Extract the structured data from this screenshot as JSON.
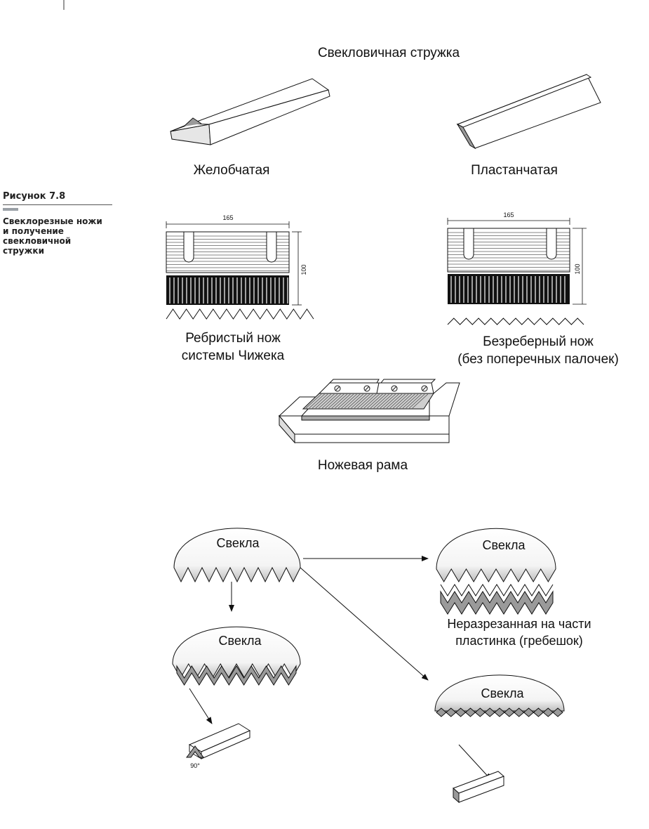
{
  "figure": {
    "number_label": "Рисунок 7.8",
    "caption": "Свеклорезные ножи и получение свекловичной стружки"
  },
  "labels": {
    "title": "Свекловичная стружка",
    "groove_chip": "Желобчатая",
    "plate_chip": "Пластанчатая",
    "ribbed_knife_line1": "Ребристый нож",
    "ribbed_knife_line2": "системы Чижека",
    "ribless_knife_line1": "Безреберный нож",
    "ribless_knife_line2": "(без поперечных палочек)",
    "knife_frame": "Ножевая рама",
    "beet": "Свекла",
    "uncut_plate_line1": "Неразрезанная на части",
    "uncut_plate_line2": "пластинка (гребешок)",
    "angle": "90°"
  },
  "dimensions": {
    "width": "165",
    "height": "100"
  },
  "colors": {
    "line": "#111111",
    "shade": "#9a9a9a",
    "light_shade": "#d9d9d9"
  }
}
